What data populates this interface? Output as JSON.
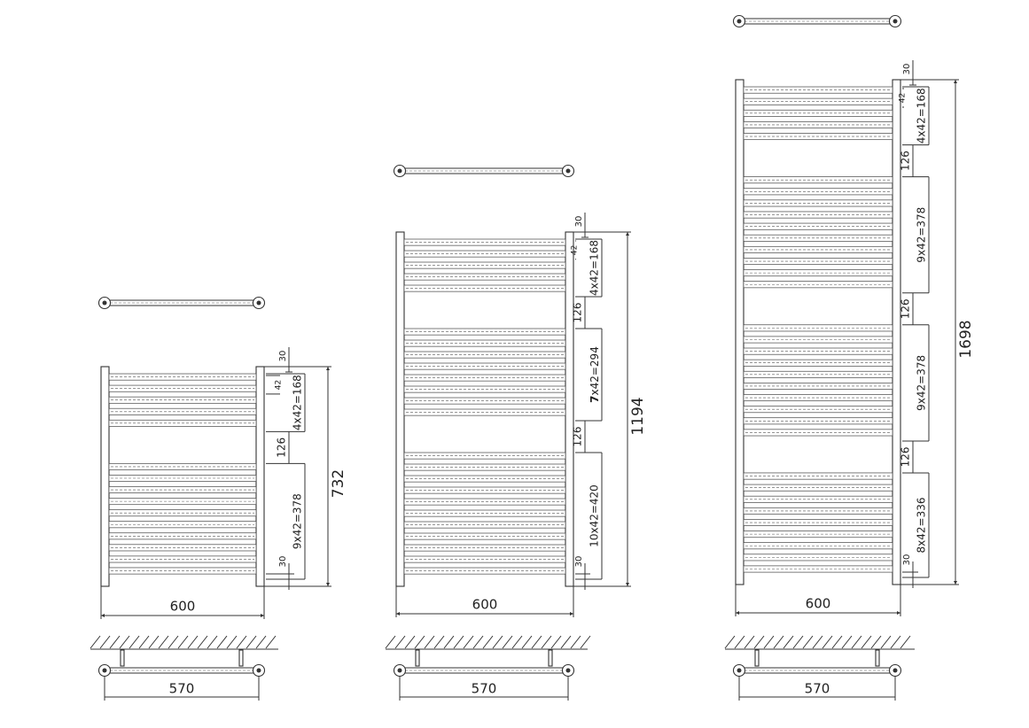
{
  "models": [
    {
      "name": "model-732",
      "height": "732",
      "width": "600",
      "mount": "570",
      "top": "30",
      "pitch": "42",
      "bottom": "30",
      "groups": [
        {
          "label": "4x42=168",
          "bars": 5,
          "bold": "",
          "rest": ""
        },
        {
          "label": "9x42=378",
          "bars": 10,
          "bold": "",
          "rest": ""
        }
      ],
      "gaps": [
        "126"
      ]
    },
    {
      "name": "model-1194",
      "height": "1194",
      "width": "600",
      "mount": "570",
      "top": "30",
      "pitch": "42",
      "bottom": "30",
      "groups": [
        {
          "label": "4x42=168",
          "bars": 5,
          "bold": "",
          "rest": ""
        },
        {
          "label": "",
          "bars": 8,
          "bold": "7",
          "rest": "x42=294"
        },
        {
          "label": "10x42=420",
          "bars": 11,
          "bold": "",
          "rest": ""
        }
      ],
      "gaps": [
        "126",
        "126"
      ]
    },
    {
      "name": "model-1698",
      "height": "1698",
      "width": "600",
      "mount": "570",
      "top": "30",
      "pitch": "42",
      "bottom": "30",
      "groups": [
        {
          "label": "4x42=168",
          "bars": 5,
          "bold": "",
          "rest": ""
        },
        {
          "label": "9x42=378",
          "bars": 10,
          "bold": "",
          "rest": ""
        },
        {
          "label": "9x42=378",
          "bars": 10,
          "bold": "",
          "rest": ""
        },
        {
          "label": "8x42=336",
          "bars": 9,
          "bold": "",
          "rest": ""
        }
      ],
      "gaps": [
        "126",
        "126",
        "126"
      ]
    }
  ]
}
